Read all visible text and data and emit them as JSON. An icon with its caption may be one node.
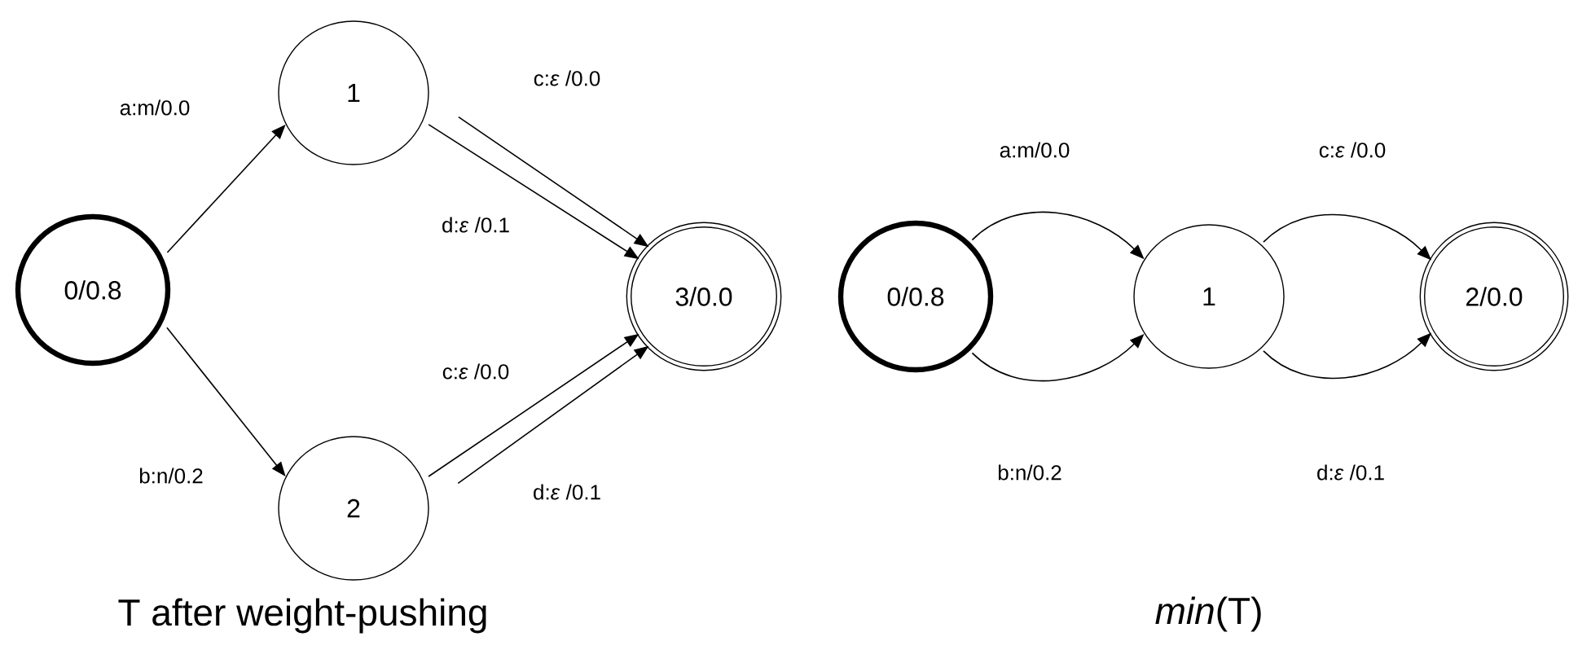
{
  "diagram": {
    "nodes": [
      {
        "text": [
          "0/0.8"
        ]
      },
      {
        "text": [
          "1"
        ]
      },
      {
        "text": [
          "2"
        ]
      },
      {
        "text": [
          "3/0.0"
        ]
      },
      {
        "text": [
          "0/0.8"
        ]
      },
      {
        "text": [
          "1"
        ]
      },
      {
        "text": [
          "2/0.0"
        ]
      }
    ],
    "edges": [
      {
        "from": 0,
        "to": 1,
        "arrow": "to",
        "label": "a:m/0.0"
      },
      {
        "from": 0,
        "to": 2,
        "arrow": "to",
        "label": "b:n/0.2"
      },
      {
        "from": 1,
        "to": 3,
        "arrow": "to",
        "label": "c:*ε* /0.0"
      },
      {
        "from": 1,
        "to": 3,
        "arrow": "to",
        "label": "d:*ε* /0.1"
      },
      {
        "from": 2,
        "to": 3,
        "arrow": "to",
        "label": "c:*ε* /0.0"
      },
      {
        "from": 2,
        "to": 3,
        "arrow": "to",
        "label": "d:*ε* /0.1"
      },
      {
        "from": 4,
        "to": 5,
        "arrow": "to",
        "label": "a:m/0.0"
      },
      {
        "from": 4,
        "to": 5,
        "arrow": "to",
        "label": "b:n/0.2"
      },
      {
        "from": 5,
        "to": 6,
        "arrow": "to",
        "label": "c:*ε* /0.0"
      },
      {
        "from": 5,
        "to": 6,
        "arrow": "to",
        "label": "d:*ε* /0.1"
      }
    ],
    "labels": [
      "T after weight-pushing",
      "*min*(T)"
    ]
  }
}
